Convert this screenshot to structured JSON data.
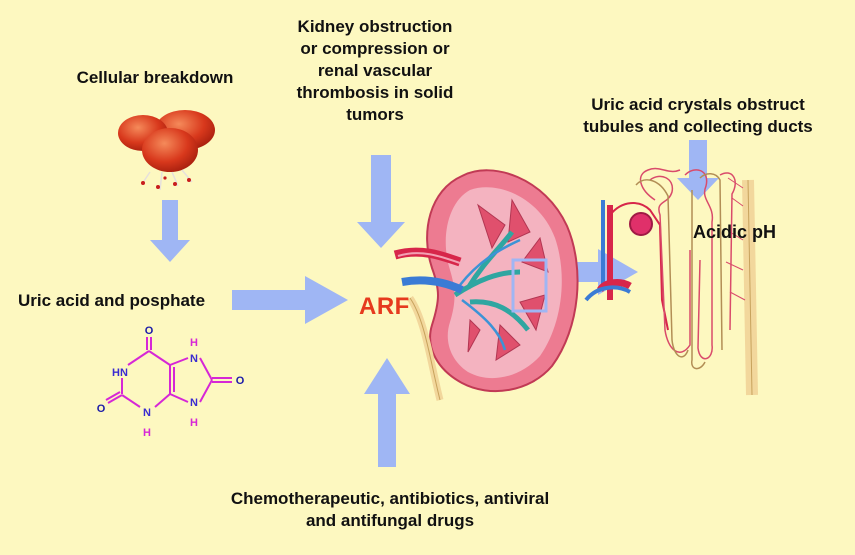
{
  "labels": {
    "cellular_breakdown": "Cellular breakdown",
    "kidney_obstruction": [
      "Kidney obstruction",
      "or compression or",
      "renal vascular",
      "thrombosis in solid",
      "tumors"
    ],
    "crystals": [
      "Uric acid crystals obstruct",
      "tubules and collecting ducts"
    ],
    "uric_acid": "Uric acid and posphate",
    "arf": "ARF",
    "acidic_ph": "Acidic pH",
    "drugs": [
      "Chemotherapeutic, antibiotics, antiviral",
      "and antifungal drugs"
    ]
  },
  "molecule": {
    "o_top": "O",
    "o_left": "O",
    "o_right": "O",
    "hn": "HN",
    "n_bottom": "N",
    "h_bottom": "H",
    "h_top": "H",
    "n_top": "N",
    "n_right": "N",
    "h_right": "H"
  },
  "colors": {
    "background": "#fdf8c0",
    "arrow": "#9fb6f4",
    "arf": "#e63a1e",
    "kidney": "#e9617c",
    "bond": "#d627d6",
    "nitrogen": "#3a2bd0",
    "oxygen": "#1a1aa8"
  }
}
